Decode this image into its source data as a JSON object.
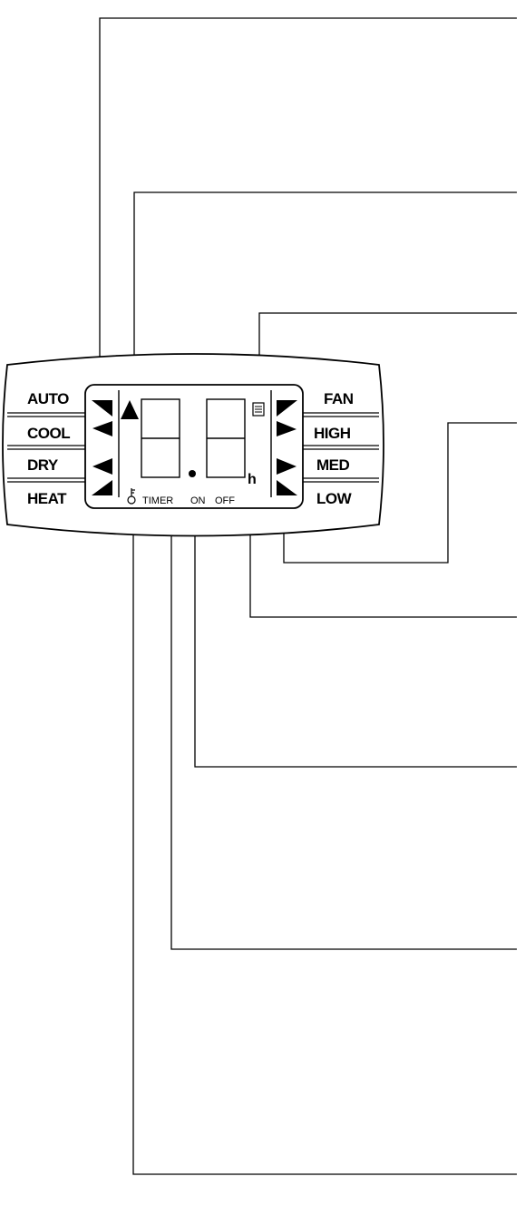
{
  "panel": {
    "mode_labels": [
      "AUTO",
      "COOL",
      "DRY",
      "HEAT"
    ],
    "fan_labels": [
      "FAN",
      "HIGH",
      "MED",
      "LOW"
    ],
    "timer_label": "TIMER",
    "on_label": "ON",
    "off_label": "OFF",
    "hour_label": "h",
    "lock_symbol": "ꝭ"
  },
  "icons": [
    "arrow-pointer-icon",
    "key-lock-icon",
    "filter-icon",
    "colon-dot-icon"
  ],
  "colors": {
    "line": "#000000",
    "background": "#ffffff"
  }
}
